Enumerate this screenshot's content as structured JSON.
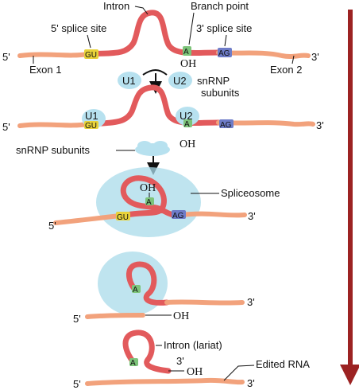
{
  "colors": {
    "exon": "#f2a27c",
    "intron": "#e25a5c",
    "gu_site": "#e8d23a",
    "ag_site": "#6e7cc8",
    "branch": "#7dc47a",
    "snrnp": "#b7e1ef",
    "spliceosome": "#a9dbe9",
    "arrow": "#9c2222"
  },
  "labels": {
    "intron": "Intron",
    "branch_point": "Branch point",
    "splice5": "5' splice site",
    "splice3": "3' splice site",
    "exon1": "Exon 1",
    "exon2": "Exon 2",
    "five_prime": "5'",
    "three_prime": "3'",
    "gu": "GU",
    "ag": "AG",
    "a": "A",
    "oh": "OH",
    "u1": "U1",
    "u2": "U2",
    "snrnp_subunits_right": "snRNP\nsubunits",
    "snrnp_subunits_left": "snRNP subunits",
    "spliceosome": "Spliceosome",
    "intron_lariat": "Intron (lariat)",
    "edited_rna": "Edited RNA"
  }
}
